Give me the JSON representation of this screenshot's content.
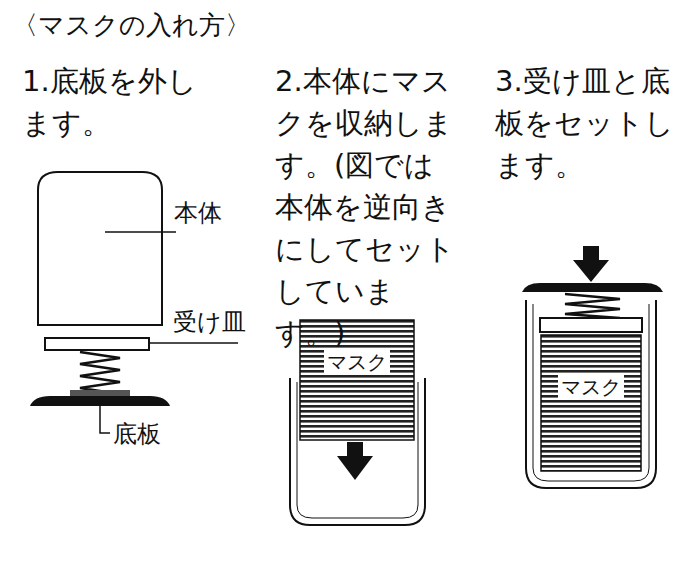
{
  "diagram": {
    "title": "〈マスクの入れ方〉",
    "labels": [
      "1.底板を外します。",
      "2.本体にマスクを収納します。(図では本体を逆向きにしてセットしています。)",
      "3.受け皿と底板をセットします。",
      "本体",
      "受け皿",
      "底板",
      "マスク",
      "マスク"
    ]
  }
}
